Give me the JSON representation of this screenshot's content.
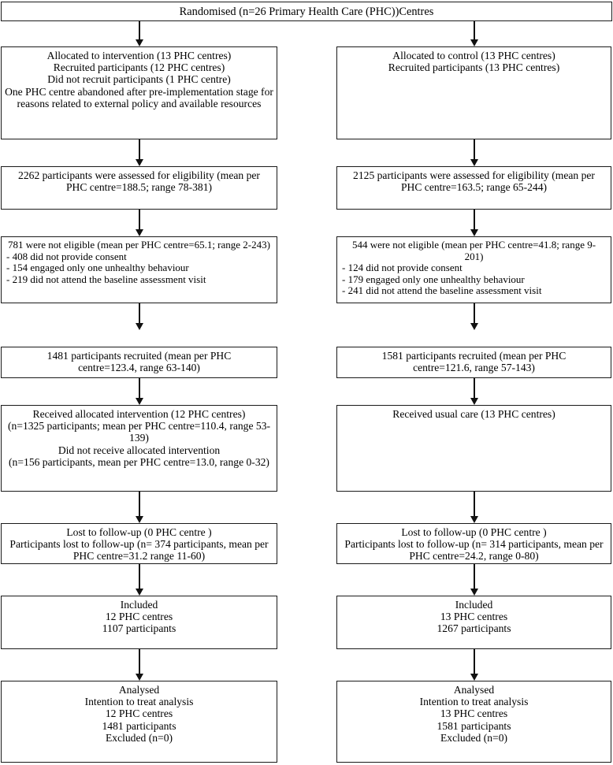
{
  "figure": {
    "type": "consort-flow-diagram",
    "title": "Randomised (n=26 Primary Health Care (PHC))Centres"
  },
  "top": {
    "label": "Randomised (n=26 Primary Health Care (PHC))Centres"
  },
  "left": {
    "allocation": {
      "lines": [
        "Allocated to intervention (13 PHC centres)",
        "Recruited participants (12 PHC centres)",
        "Did not recruit participants (1 PHC centre)",
        "One PHC centre abandoned after pre-implementation stage for reasons related to external policy and available resources"
      ]
    },
    "eligibility": {
      "lines": [
        "2262 participants were assessed for eligibility (mean per PHC centre=188.5; range 78-381)"
      ]
    },
    "not_eligible": {
      "heading": "781 were not eligible (mean per PHC centre=65.1; range 2-243)",
      "bullets": [
        "- 408 did not provide consent",
        "- 154 engaged only one unhealthy behaviour",
        "- 219 did not attend the baseline assessment visit"
      ]
    },
    "recruited": {
      "lines": [
        "1481 participants recruited (mean per PHC centre=123.4, range 63-140)"
      ]
    },
    "received": {
      "lines": [
        "Received allocated intervention (12 PHC centres)",
        "(n=1325 participants; mean per PHC centre=110.4, range 53-139)",
        "Did not receive allocated intervention",
        "(n=156 participants, mean per PHC centre=13.0, range 0-32)"
      ]
    },
    "lost": {
      "lines": [
        "Lost to follow-up (0 PHC centre )",
        "Participants lost to follow-up (n= 374 participants, mean per PHC centre=31.2 range 11-60)"
      ]
    },
    "included": {
      "lines": [
        "Included",
        "12 PHC centres",
        "1107 participants"
      ]
    },
    "analysed": {
      "lines": [
        "Analysed",
        "Intention to treat analysis",
        "12 PHC centres",
        "1481 participants",
        "Excluded (n=0)"
      ]
    }
  },
  "right": {
    "allocation": {
      "lines": [
        "Allocated to control (13 PHC centres)",
        "Recruited participants (13 PHC centres)"
      ]
    },
    "eligibility": {
      "lines": [
        "2125 participants were assessed for eligibility (mean per PHC centre=163.5; range 65-244)"
      ]
    },
    "not_eligible": {
      "heading": "544 were not eligible (mean per PHC centre=41.8; range 9-201)",
      "bullets": [
        "- 124 did not provide consent",
        "- 179 engaged only one unhealthy behaviour",
        "- 241 did not attend the baseline assessment visit"
      ]
    },
    "recruited": {
      "lines": [
        "1581 participants recruited (mean per PHC centre=121.6, range 57-143)"
      ]
    },
    "received": {
      "lines": [
        "Received usual care (13 PHC centres)"
      ]
    },
    "lost": {
      "lines": [
        "Lost to follow-up (0 PHC centre )",
        "Participants lost to follow-up (n= 314 participants, mean per PHC centre=24.2, range 0-80)"
      ]
    },
    "included": {
      "lines": [
        "Included",
        "13 PHC centres",
        "1267 participants"
      ]
    },
    "analysed": {
      "lines": [
        "Analysed",
        "Intention to treat analysis",
        "13 PHC centres",
        "1581 participants",
        "Excluded (n=0)"
      ]
    }
  },
  "style": {
    "border_color": "#1a1a1a",
    "background": "#ffffff",
    "text_color": "#000000"
  }
}
